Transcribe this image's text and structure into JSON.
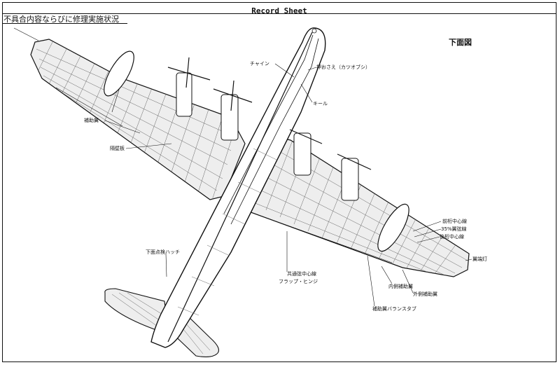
{
  "header": {
    "title": "Record Sheet"
  },
  "subtitle": "不具合内容ならびに修理実施状況",
  "view_label": "下面図",
  "labels": {
    "chine": "チャイン",
    "strip_cover": "押おさえ（カツオブシ）",
    "keel": "キール",
    "aux_wing": "補助翼",
    "partition": "隔壁板",
    "lower_hatch": "下面点検ハッチ",
    "common_chord": "共通弦中心線",
    "flap_hinge": "フラップ・ヒンジ",
    "front_spar_line": "前桁中心線",
    "spar_line": "35%翼弦線",
    "rear_spar_line": "後桁中心線",
    "nav_light": "翼端灯",
    "inner_aux_wing": "内側補助翼",
    "outer_aux_wing": "外側補助翼",
    "balance_tab": "補助翼バランスタブ"
  }
}
